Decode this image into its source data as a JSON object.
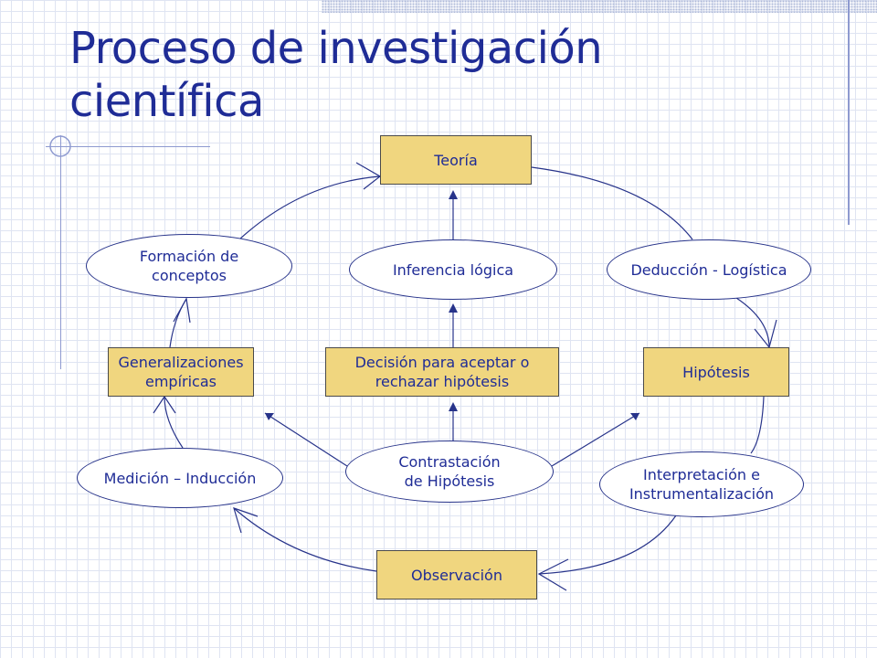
{
  "title": "Proceso de investigación científica",
  "colors": {
    "title": "#1f2c96",
    "box_fill": "#f0d67f",
    "line": "#27338a"
  },
  "diagram": {
    "nodes": {
      "teoria": "Teoría",
      "formacion": "Formación de\n  conceptos",
      "inferencia": "Inferencia lógica",
      "deduccion": "Deducción - Logística",
      "generalizaciones": "Generalizaciones\nempíricas",
      "decision": "Decisión para aceptar o\n  rechazar hipótesis",
      "hipotesis": "Hipótesis",
      "medicion": "Medición – Inducción",
      "contrastacion": "Contrastación\n  de Hipótesis",
      "interpretacion": "Interpretación e\nInstrumentalización",
      "observacion": "Observación"
    }
  }
}
